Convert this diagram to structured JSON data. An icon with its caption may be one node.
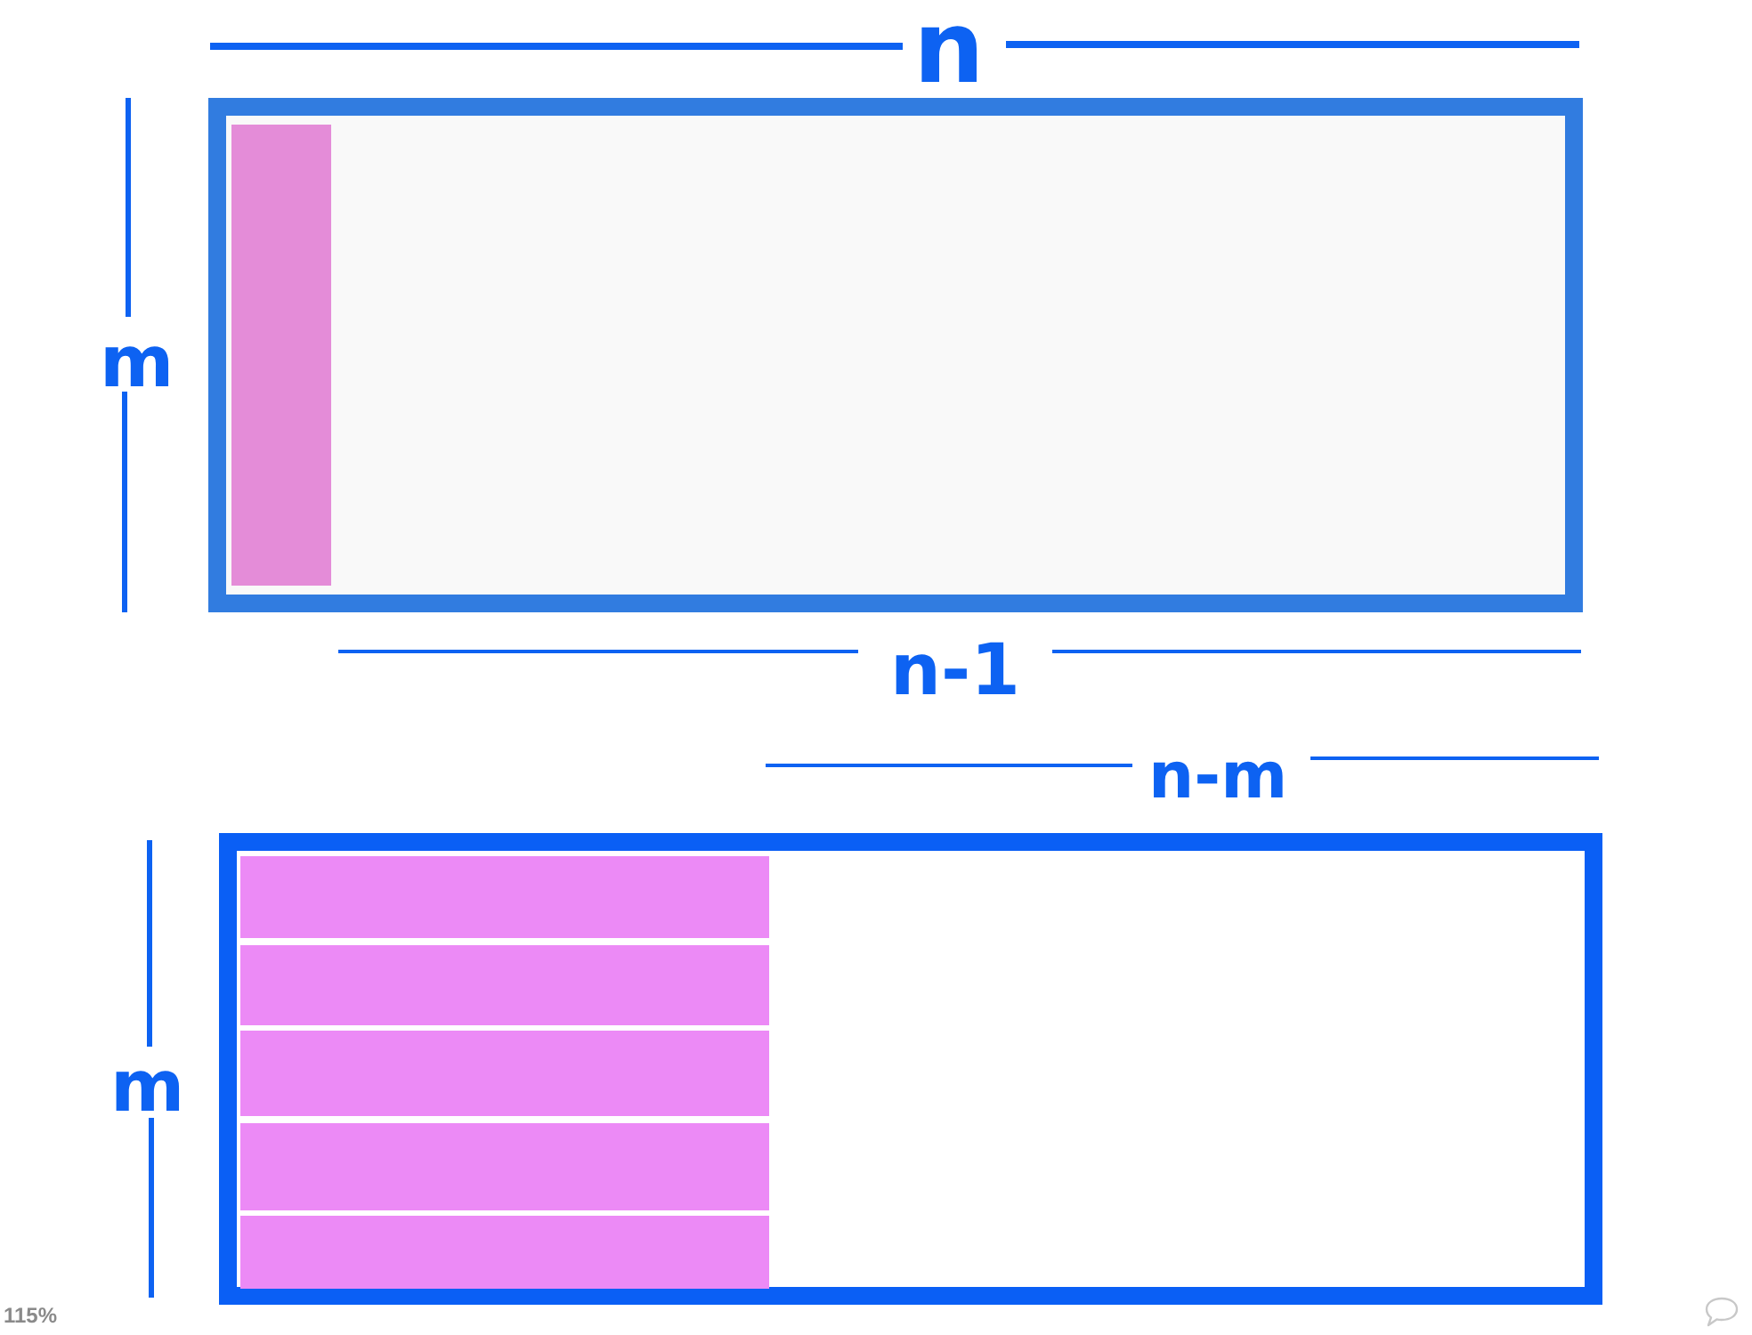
{
  "diagram": {
    "labels": [
      "n",
      "m",
      "n-1",
      "n-m",
      "m",
      "115%"
    ]
  }
}
